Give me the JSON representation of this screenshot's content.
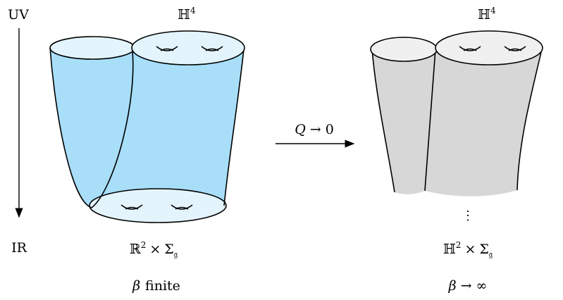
{
  "axis": {
    "top_label": "UV",
    "bottom_label": "IR"
  },
  "left_panel": {
    "top_label": {
      "symbol": "ℍ",
      "sup": "4"
    },
    "bottom_label": {
      "r": "ℝ",
      "sup": "2",
      "times": "×",
      "sigma": "Σ",
      "sub": "𝔤"
    },
    "caption": {
      "beta": "β",
      "text": "finite"
    },
    "fill_color": "#a8def8",
    "disk_color": "#e3f4fd"
  },
  "transition": {
    "label": {
      "q": "Q",
      "arrow": "→",
      "zero": "0"
    }
  },
  "right_panel": {
    "top_label": {
      "symbol": "ℍ",
      "sup": "4"
    },
    "ellipsis": "⋮",
    "bottom_label": {
      "h": "ℍ",
      "sup": "2",
      "times": "×",
      "sigma": "Σ",
      "sub": "𝔤"
    },
    "caption": {
      "beta": "β",
      "arrow": "→",
      "inf": "∞"
    },
    "fill_color": "#d7d7d7",
    "disk_color": "#f0f0f0"
  }
}
